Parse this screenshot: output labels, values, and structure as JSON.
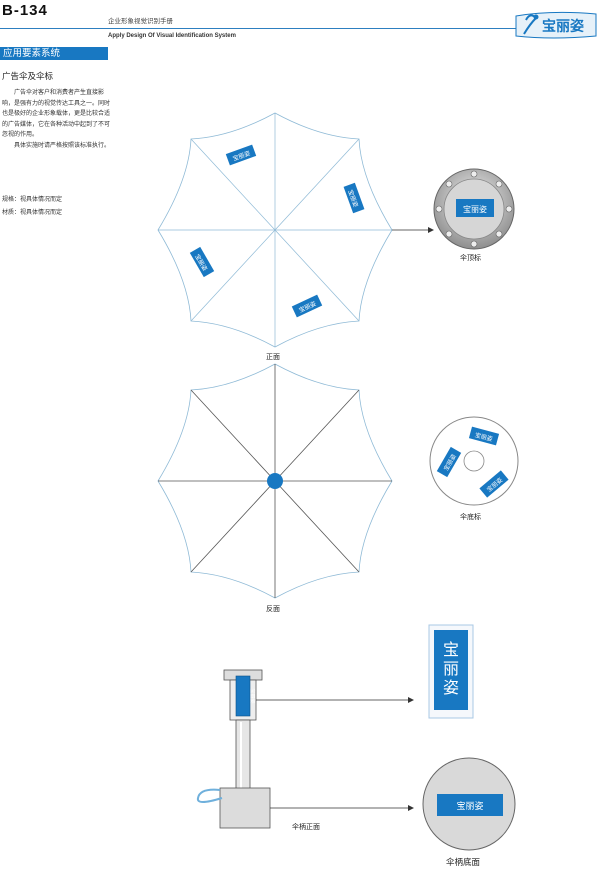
{
  "header": {
    "code": "B-134",
    "title_cn": "企业形象视觉识别手册",
    "title_en": "Apply Design Of Visual Identification System",
    "brand": "宝丽姿"
  },
  "section": {
    "title": "应用要素系统",
    "subtitle": "广告伞及伞标",
    "description": [
      "广告伞对客户和消费者产生直接影响，是强有力的视觉传达工具之一。同时也是极好的企业形象载体，更是比较合适的广告媒体，它在各种活动中起到了不可忽视的作用。",
      "具体实施时请严格按照该标准执行。"
    ],
    "spec_size": "规格：视具体情况而定",
    "spec_material": "材质：视具体情况而定"
  },
  "captions": {
    "front": "正面",
    "top_label": "伞顶标",
    "back": "反面",
    "bottom_label": "伞底标",
    "handle_front": "伞柄正面",
    "handle_bottom": "伞柄底面"
  },
  "colors": {
    "accent": "#1878c2",
    "outline": "#8fbad6",
    "metal": "#b8b8b8"
  }
}
